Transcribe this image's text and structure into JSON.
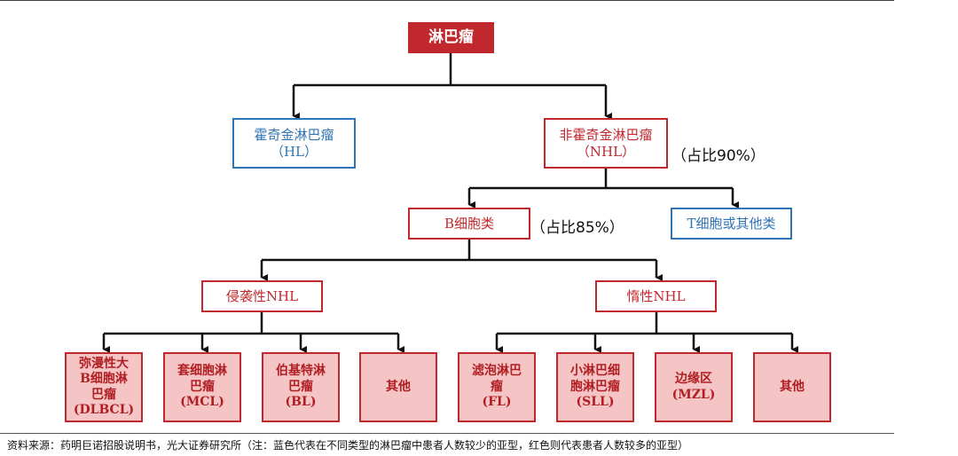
{
  "root": {
    "label": "淋巴瘤"
  },
  "hl": {
    "line1": "霍奇金淋巴瘤",
    "line2": "（HL）"
  },
  "nhl": {
    "line1": "非霍奇金淋巴瘤",
    "line2": "（NHL）",
    "share": "（占比90%）"
  },
  "bcell": {
    "label": "B细胞类",
    "share": "（占比85%）"
  },
  "tcell": {
    "label": "T细胞或其他类"
  },
  "aggressive": {
    "label": "侵袭性NHL"
  },
  "indolent": {
    "label": "惰性NHL"
  },
  "subtypes": [
    {
      "lines": [
        "弥漫性大",
        "B细胞淋",
        "巴瘤",
        "(DLBCL)"
      ]
    },
    {
      "lines": [
        "套细胞淋",
        "巴瘤",
        "(MCL)"
      ]
    },
    {
      "lines": [
        "伯基特淋",
        "巴瘤",
        "(BL)"
      ]
    },
    {
      "lines": [
        "其他"
      ]
    },
    {
      "lines": [
        "滤泡淋巴",
        "瘤",
        "(FL)"
      ]
    },
    {
      "lines": [
        "小淋巴细",
        "胞淋巴瘤",
        "(SLL)"
      ]
    },
    {
      "lines": [
        "边缘区",
        "(MZL)"
      ]
    },
    {
      "lines": [
        "其他"
      ]
    }
  ],
  "source": "资料来源：药明巨诺招股说明书，光大证券研究所（注：蓝色代表在不同类型的淋巴瘤中患者人数较少的亚型，红色则代表患者人数较多的亚型）",
  "colors": {
    "red": "#c0282d",
    "blue": "#2f74b5",
    "fill": "#f5c4c4"
  }
}
